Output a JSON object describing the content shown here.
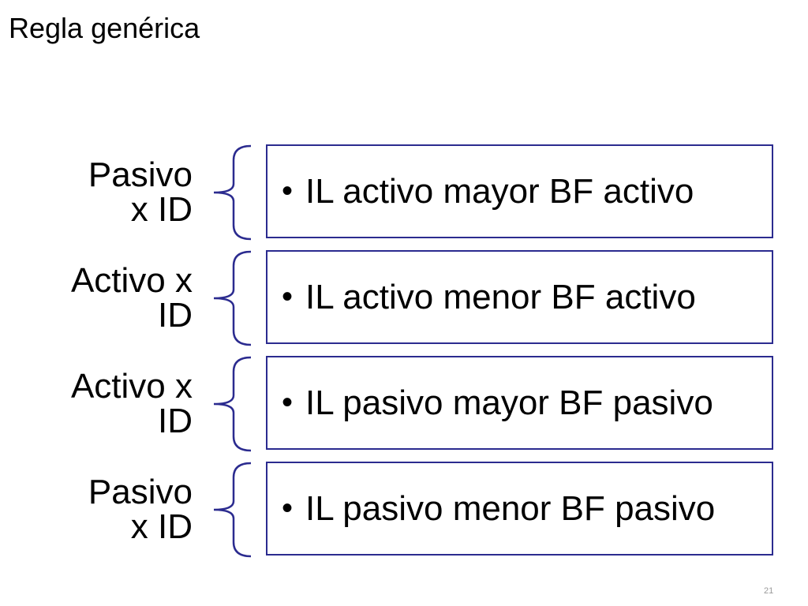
{
  "slide": {
    "title": "Regla genérica",
    "number": "21",
    "accent_color": "#2b2b8f"
  },
  "rows": [
    {
      "label_line1": "Pasivo",
      "label_line2": "x ID",
      "bullet": "•",
      "text": "IL activo mayor BF activo"
    },
    {
      "label_line1": "Activo x",
      "label_line2": "ID",
      "bullet": "•",
      "text": "IL activo menor BF activo"
    },
    {
      "label_line1": "Activo x",
      "label_line2": "ID",
      "bullet": "•",
      "text": "IL pasivo mayor BF pasivo"
    },
    {
      "label_line1": "Pasivo",
      "label_line2": "x ID",
      "bullet": "•",
      "text": "IL pasivo menor BF pasivo"
    }
  ]
}
